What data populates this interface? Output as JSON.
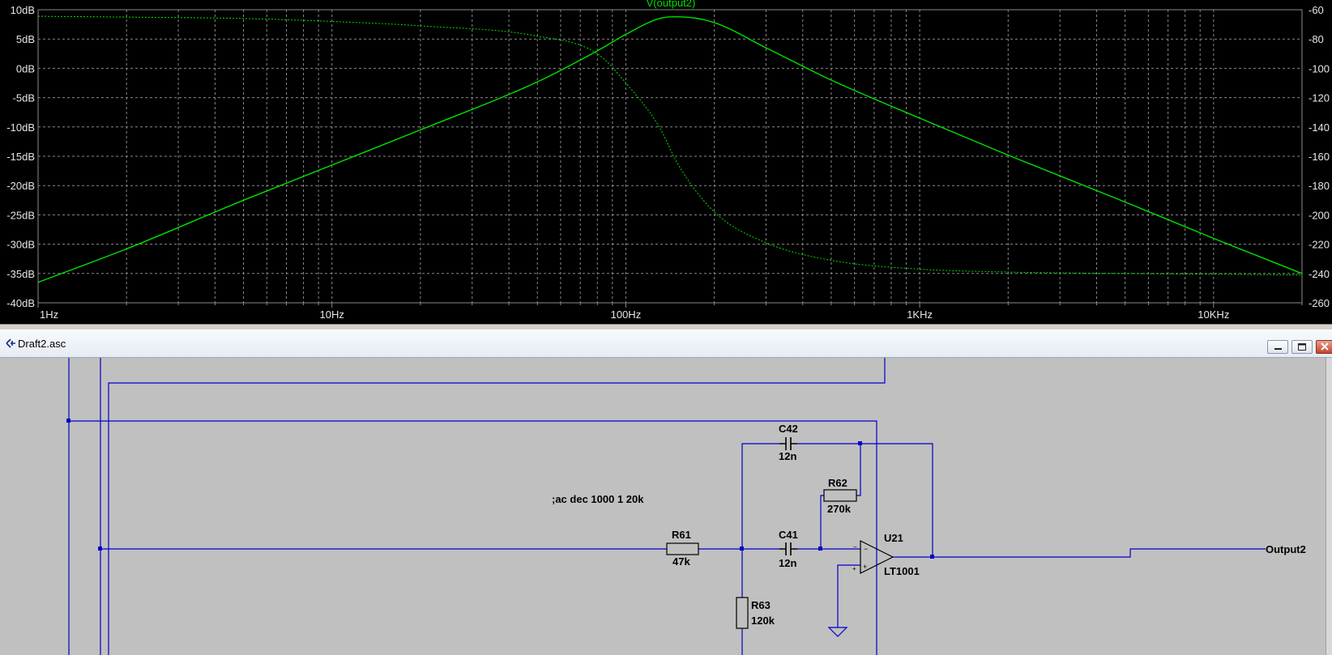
{
  "plot": {
    "title": "V(output2)",
    "colors": {
      "background": "#000000",
      "grid": "#8a8a8a",
      "trace": "#00e000",
      "axis_text": "#e6e6e6"
    },
    "x_ticks": [
      "1Hz",
      "10Hz",
      "100Hz",
      "1KHz",
      "10KHz"
    ],
    "y_left_ticks": [
      "10dB",
      "5dB",
      "0dB",
      "-5dB",
      "-10dB",
      "-15dB",
      "-20dB",
      "-25dB",
      "-30dB",
      "-35dB",
      "-40dB"
    ],
    "y_right_ticks": [
      "-60",
      "-80",
      "-100",
      "-120",
      "-140",
      "-160",
      "-180",
      "-200",
      "-220",
      "-240",
      "-260"
    ]
  },
  "chart_data": {
    "type": "line",
    "title": "V(output2)",
    "x_scale": "log",
    "xlim": [
      1,
      20000
    ],
    "ylim_left": [
      -40,
      10
    ],
    "ylim_right": [
      -260,
      -60
    ],
    "grid": true,
    "x": [
      1,
      2,
      5,
      10,
      20,
      50,
      80,
      100,
      130,
      150,
      200,
      300,
      500,
      1000,
      2000,
      5000,
      10000,
      20000
    ],
    "series": [
      {
        "name": "V(output2)",
        "axis": "left",
        "style": "solid",
        "values": [
          -36.5,
          -30.8,
          -22.5,
          -16.5,
          -10.5,
          -2.3,
          3.0,
          5.8,
          8.5,
          8.8,
          7.8,
          3.5,
          -2.0,
          -8.5,
          -14.8,
          -22.8,
          -29.0,
          -35.0
        ]
      },
      {
        "axis": "right",
        "style": "dashed",
        "values": [
          -64.5,
          -65,
          -66,
          -68,
          -71,
          -78,
          -90,
          -110,
          -140,
          -165,
          -198,
          -219,
          -231,
          -237,
          -239,
          -240,
          -240.5,
          -241
        ]
      }
    ]
  },
  "window": {
    "title": "Draft2.asc",
    "buttons": {
      "minimize": "minimize",
      "maximize": "maximize",
      "close": "close"
    }
  },
  "schematic": {
    "directive": ";ac dec 1000 1 20k",
    "components": {
      "R61": {
        "ref": "R61",
        "value": "47k"
      },
      "R62": {
        "ref": "R62",
        "value": "270k"
      },
      "R63": {
        "ref": "R63",
        "value": "120k"
      },
      "C41": {
        "ref": "C41",
        "value": "12n"
      },
      "C42": {
        "ref": "C42",
        "value": "12n"
      },
      "U21": {
        "ref": "U21",
        "value": "LT1001"
      }
    },
    "net_label": "Output2",
    "colors": {
      "wire": "#0000c8",
      "background": "#c0c0c0"
    }
  }
}
